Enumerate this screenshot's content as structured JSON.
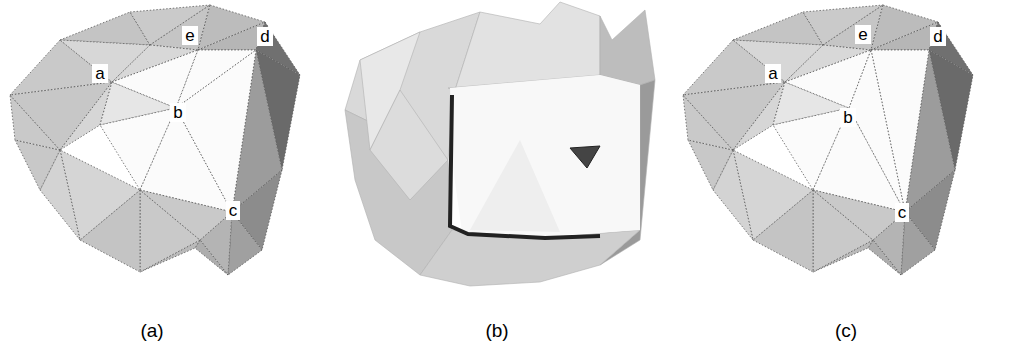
{
  "diagram": {
    "labels": [
      "e",
      "d",
      "a",
      "b",
      "c",
      "(a)",
      "(b)",
      "e",
      "d",
      "a",
      "b",
      "c",
      "(c)"
    ]
  }
}
